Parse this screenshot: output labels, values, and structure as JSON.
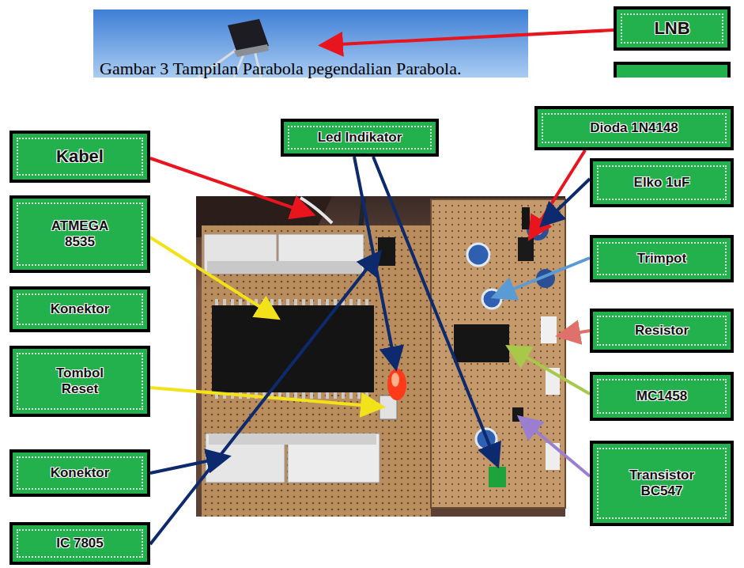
{
  "diagram": {
    "caption": "Gambar 3 Tampilan Parabola pegendalian Parabola.",
    "nodes": [
      {
        "text": [
          "LNB"
        ]
      },
      {
        "text": [
          "Kabel"
        ]
      },
      {
        "text": [
          "Led Indikator"
        ]
      },
      {
        "text": [
          "Dioda 1N4148"
        ]
      },
      {
        "text": [
          "ATMEGA 8535"
        ]
      },
      {
        "text": [
          "Elko 1uF"
        ]
      },
      {
        "text": [
          "Trimpot"
        ]
      },
      {
        "text": [
          "Konektor"
        ]
      },
      {
        "text": [
          "Resistor"
        ]
      },
      {
        "text": [
          "Tombol Reset"
        ]
      },
      {
        "text": [
          "MC1458"
        ]
      },
      {
        "text": [
          "Konektor"
        ]
      },
      {
        "text": [
          "Transistor BC547"
        ]
      },
      {
        "text": [
          "IC 7805"
        ]
      }
    ]
  }
}
